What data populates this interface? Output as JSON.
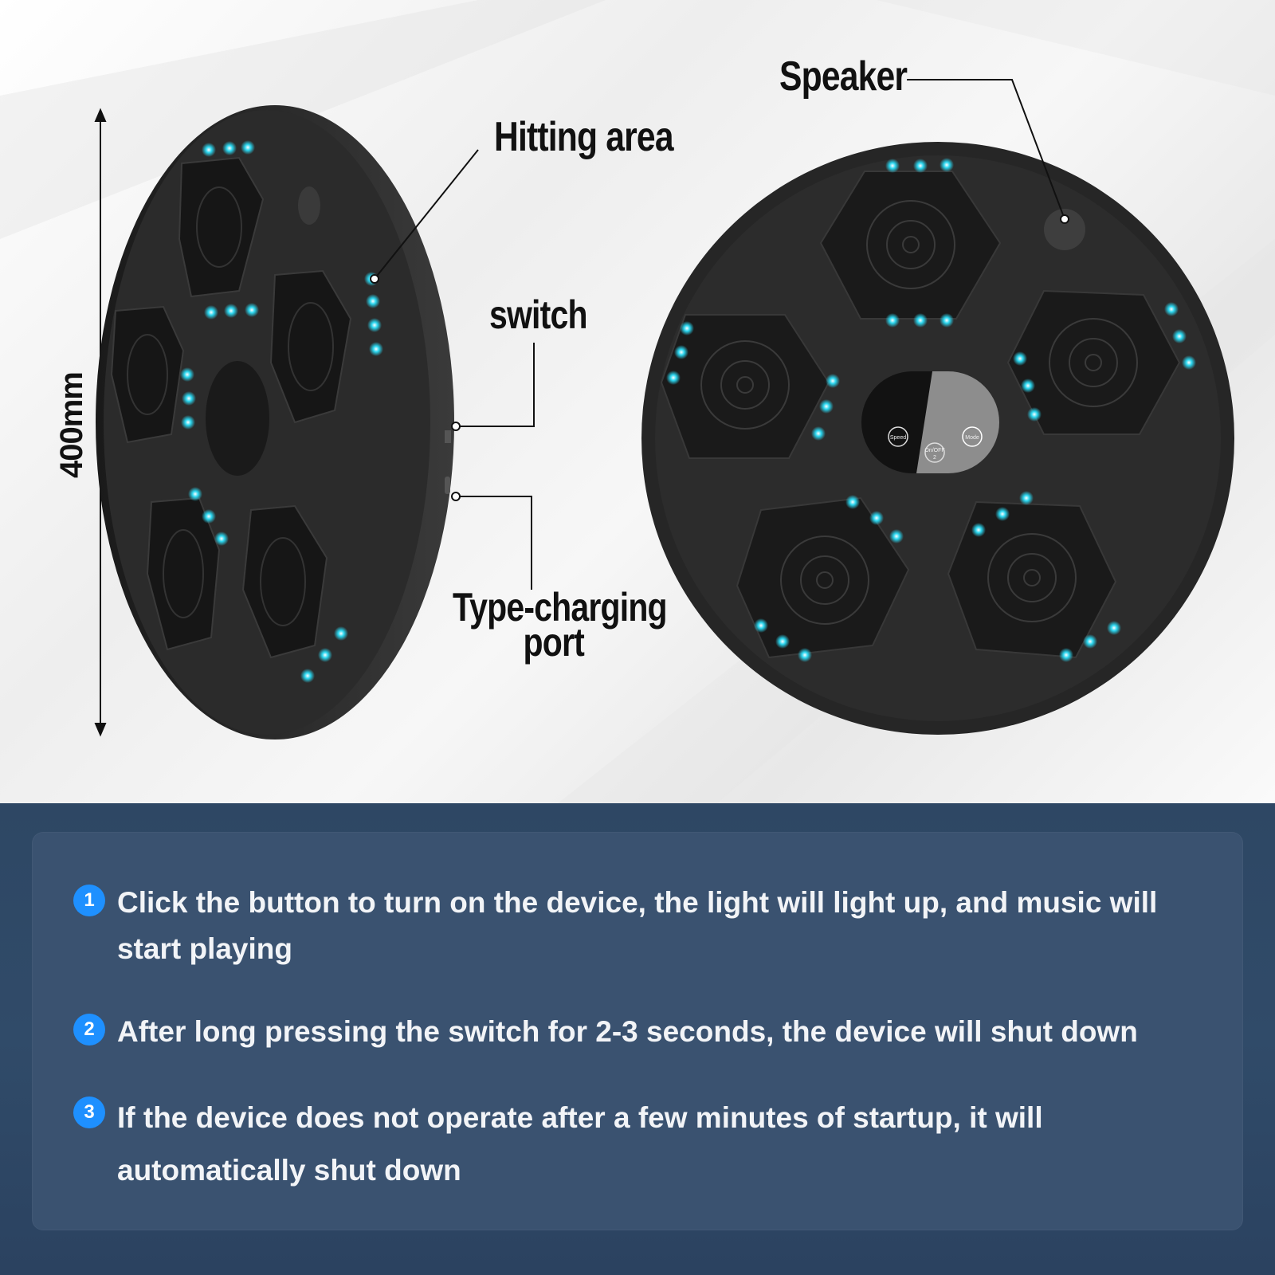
{
  "callouts": {
    "hitting_area": "Hitting area",
    "speaker": "Speaker",
    "switch": "switch",
    "charging_port_line1": "Type-charging",
    "charging_port_line2": "port",
    "dimension": "400mm"
  },
  "control_buttons": {
    "speed": "Speed",
    "power": "On/OFF",
    "power_sub": "2",
    "mode": "Mode"
  },
  "colors": {
    "device": "#2a2a2a",
    "led": "#2ad6ef",
    "panel": "#3a5270",
    "badge": "#1e90ff"
  },
  "instructions": [
    {
      "number": "1",
      "text": "Click the button to turn on the device, the light will light up, and music will start playing"
    },
    {
      "number": "2",
      "text": "After long pressing the switch for 2-3 seconds, the device will shut down"
    },
    {
      "number": "3",
      "text": "If the device does not operate after a few minutes of startup, it will automatically shut down"
    }
  ]
}
